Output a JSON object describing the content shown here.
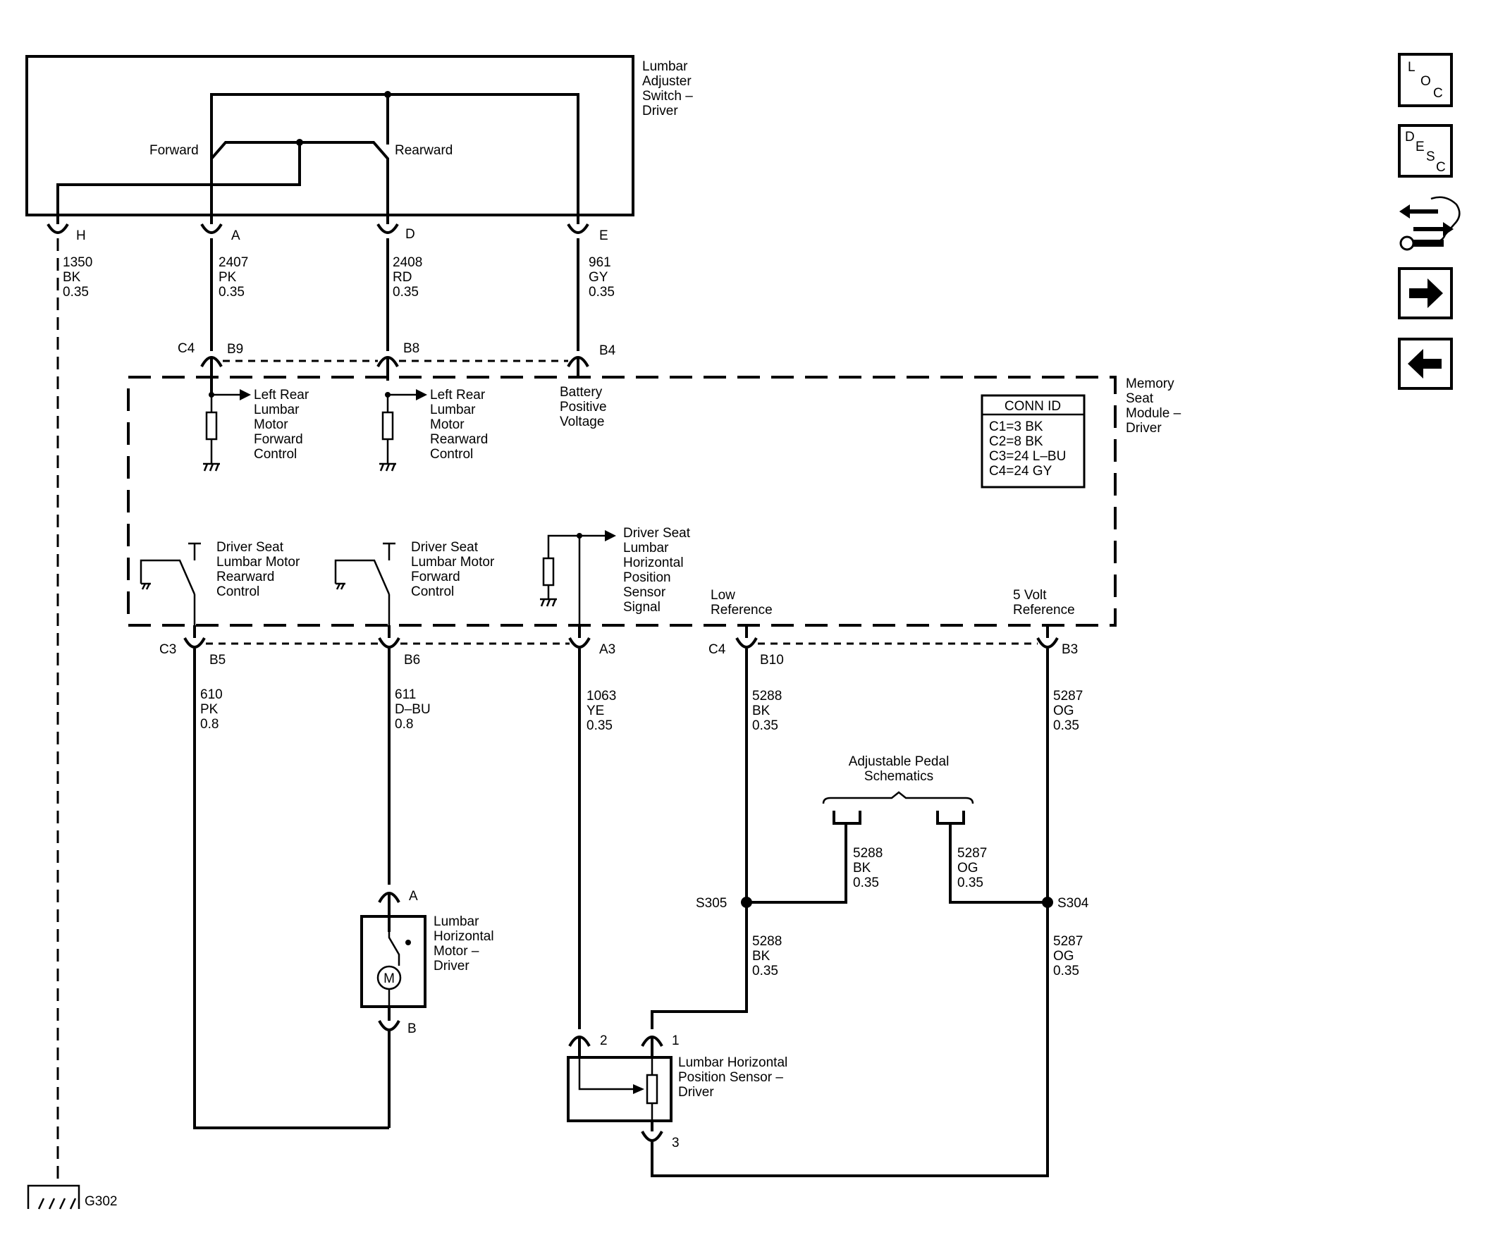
{
  "switch": {
    "name_lines": [
      "Lumbar",
      "Adjuster",
      "Switch –",
      "Driver"
    ],
    "forward_label": "Forward",
    "rearward_label": "Rearward"
  },
  "switch_pins": [
    {
      "pin": "H",
      "wire": "1350",
      "color": "BK",
      "gauge": "0.35"
    },
    {
      "pin": "A",
      "wire": "2407",
      "color": "PK",
      "gauge": "0.35"
    },
    {
      "pin": "D",
      "wire": "2408",
      "color": "RD",
      "gauge": "0.35"
    },
    {
      "pin": "E",
      "wire": "961",
      "color": "GY",
      "gauge": "0.35"
    }
  ],
  "module": {
    "name_lines": [
      "Memory",
      "Seat",
      "Module –",
      "Driver"
    ],
    "conn_id_title": "CONN ID",
    "conn_ids": [
      "C1=3 BK",
      "C2=8 BK",
      "C3=24 L–BU",
      "C4=24 GY"
    ],
    "top_connector": "C4",
    "top_pins": [
      "B9",
      "B8",
      "B4"
    ],
    "bottom_connector_left": "C3",
    "bottom_connector_right": "C4",
    "bottom_pins": [
      "B5",
      "B6",
      "A3",
      "B10",
      "B3"
    ],
    "internal": {
      "lr_forward": [
        "Left Rear",
        "Lumbar",
        "Motor",
        "Forward",
        "Control"
      ],
      "lr_rearward": [
        "Left Rear",
        "Lumbar",
        "Motor",
        "Rearward",
        "Control"
      ],
      "battery": [
        "Battery",
        "Positive",
        "Voltage"
      ],
      "rear_ctrl": [
        "Driver Seat",
        "Lumbar Motor",
        "Rearward",
        "Control"
      ],
      "fwd_ctrl": [
        "Driver Seat",
        "Lumbar Motor",
        "Forward",
        "Control"
      ],
      "sensor_signal": [
        "Driver Seat",
        "Lumbar",
        "Horizontal",
        "Position",
        "Sensor",
        "Signal"
      ],
      "low_ref": [
        "Low",
        "Reference"
      ],
      "five_volt_ref": [
        "5 Volt",
        "Reference"
      ]
    }
  },
  "module_wires": [
    {
      "wire": "610",
      "color": "PK",
      "gauge": "0.8"
    },
    {
      "wire": "611",
      "color": "D–BU",
      "gauge": "0.8"
    },
    {
      "wire": "1063",
      "color": "YE",
      "gauge": "0.35"
    },
    {
      "wire": "5288",
      "color": "BK",
      "gauge": "0.35"
    },
    {
      "wire": "5287",
      "color": "OG",
      "gauge": "0.35"
    }
  ],
  "pedal": {
    "label_lines": [
      "Adjustable Pedal",
      "Schematics"
    ],
    "wires": [
      {
        "wire": "5288",
        "color": "BK",
        "gauge": "0.35"
      },
      {
        "wire": "5287",
        "color": "OG",
        "gauge": "0.35"
      }
    ]
  },
  "splices": {
    "left": "S305",
    "right": "S304"
  },
  "lower_wires": [
    {
      "wire": "5288",
      "color": "BK",
      "gauge": "0.35"
    },
    {
      "wire": "5287",
      "color": "OG",
      "gauge": "0.35"
    }
  ],
  "motor": {
    "name_lines": [
      "Lumbar",
      "Horizontal",
      "Motor –",
      "Driver"
    ],
    "pin_a": "A",
    "pin_b": "B",
    "symbol": "M"
  },
  "sensor": {
    "name_lines": [
      "Lumbar Horizontal",
      "Position Sensor –",
      "Driver"
    ],
    "pins": [
      "2",
      "1",
      "3"
    ]
  },
  "ground": {
    "label": "G302"
  },
  "nav": [
    {
      "icon": "loc-icon",
      "chars": [
        "L",
        "O",
        "C"
      ]
    },
    {
      "icon": "desc-icon",
      "chars": [
        "D",
        "E",
        "S",
        "C"
      ]
    },
    {
      "icon": "connector-hand-icon"
    },
    {
      "icon": "arrow-right-icon"
    },
    {
      "icon": "arrow-left-icon"
    }
  ]
}
